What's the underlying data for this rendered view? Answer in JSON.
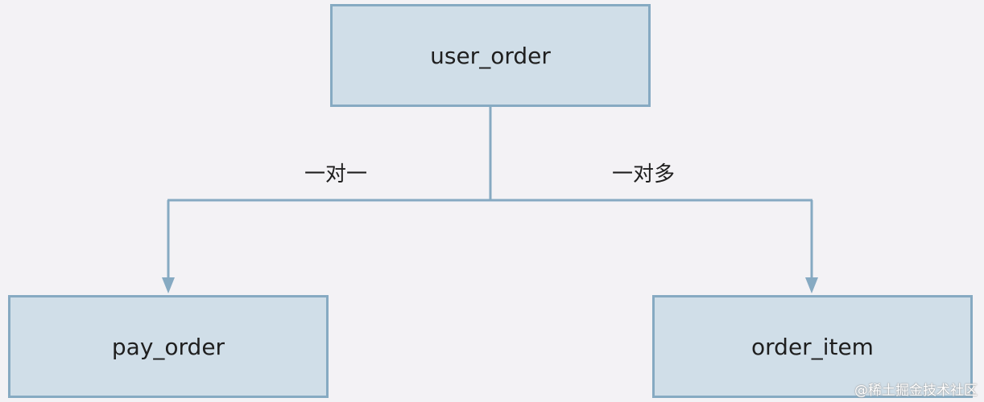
{
  "diagram": {
    "nodes": {
      "root": {
        "label": "user_order"
      },
      "left": {
        "label": "pay_order"
      },
      "right": {
        "label": "order_item"
      }
    },
    "edges": {
      "left": {
        "label": "一对一"
      },
      "right": {
        "label": "一对多"
      }
    },
    "watermark": "@稀土掘金技术社区"
  },
  "colors": {
    "background": "#f3f2f5",
    "node_fill": "#d0dee8",
    "node_border": "#86aac2",
    "connector": "#86aac2",
    "text": "#1f1f1f"
  }
}
